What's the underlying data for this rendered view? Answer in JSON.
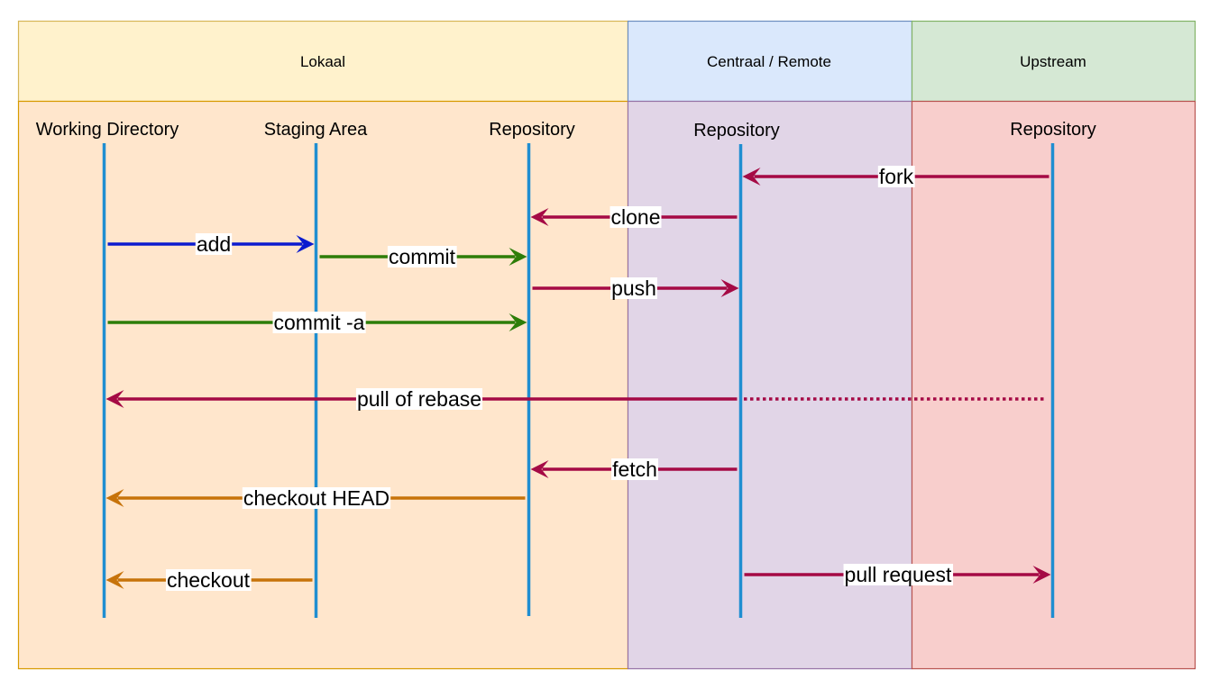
{
  "sections": [
    {
      "id": "lokaal",
      "title": "Lokaal",
      "header_fill": "#fff2cc",
      "header_stroke": "#d6b656",
      "body_fill": "#ffe6cc",
      "body_stroke": "#d79b00"
    },
    {
      "id": "centraal",
      "title": "Centraal / Remote",
      "header_fill": "#dae8fc",
      "header_stroke": "#6c8ebf",
      "body_fill": "#e1d5e7",
      "body_stroke": "#9673a6"
    },
    {
      "id": "upstream",
      "title": "Upstream",
      "header_fill": "#d5e8d4",
      "header_stroke": "#82b366",
      "body_fill": "#f8cecc",
      "body_stroke": "#b85450"
    }
  ],
  "lanes": [
    {
      "id": "working-directory",
      "label": "Working Directory"
    },
    {
      "id": "staging-area",
      "label": "Staging Area"
    },
    {
      "id": "local-repository",
      "label": "Repository"
    },
    {
      "id": "remote-repository",
      "label": "Repository"
    },
    {
      "id": "upstream-repository",
      "label": "Repository"
    }
  ],
  "lifeline_color": "#1f8ed1",
  "colors": {
    "blue": "#0b1bcf",
    "green": "#2d7d08",
    "crimson": "#a50a45",
    "orange": "#c7730a"
  },
  "arrows": [
    {
      "id": "fork",
      "label": "fork",
      "from": "upstream-repository",
      "to": "remote-repository",
      "color": "crimson"
    },
    {
      "id": "clone",
      "label": "clone",
      "from": "remote-repository",
      "to": "local-repository",
      "color": "crimson"
    },
    {
      "id": "add",
      "label": "add",
      "from": "working-directory",
      "to": "staging-area",
      "color": "blue"
    },
    {
      "id": "commit",
      "label": "commit",
      "from": "staging-area",
      "to": "local-repository",
      "color": "green"
    },
    {
      "id": "push",
      "label": "push",
      "from": "local-repository",
      "to": "remote-repository",
      "color": "crimson"
    },
    {
      "id": "commit-a",
      "label": "commit -a",
      "from": "working-directory",
      "to": "local-repository",
      "color": "green"
    },
    {
      "id": "pull-of-rebase",
      "label": "pull of rebase",
      "from": "remote-repository",
      "to": "working-directory",
      "color": "crimson",
      "dotted_extension_from": "upstream-repository"
    },
    {
      "id": "fetch",
      "label": "fetch",
      "from": "remote-repository",
      "to": "local-repository",
      "color": "crimson"
    },
    {
      "id": "checkout-head",
      "label": "checkout HEAD",
      "from": "local-repository",
      "to": "working-directory",
      "color": "orange"
    },
    {
      "id": "checkout",
      "label": "checkout",
      "from": "staging-area",
      "to": "working-directory",
      "color": "orange"
    },
    {
      "id": "pull-request",
      "label": "pull request",
      "from": "remote-repository",
      "to": "upstream-repository",
      "color": "crimson"
    }
  ]
}
